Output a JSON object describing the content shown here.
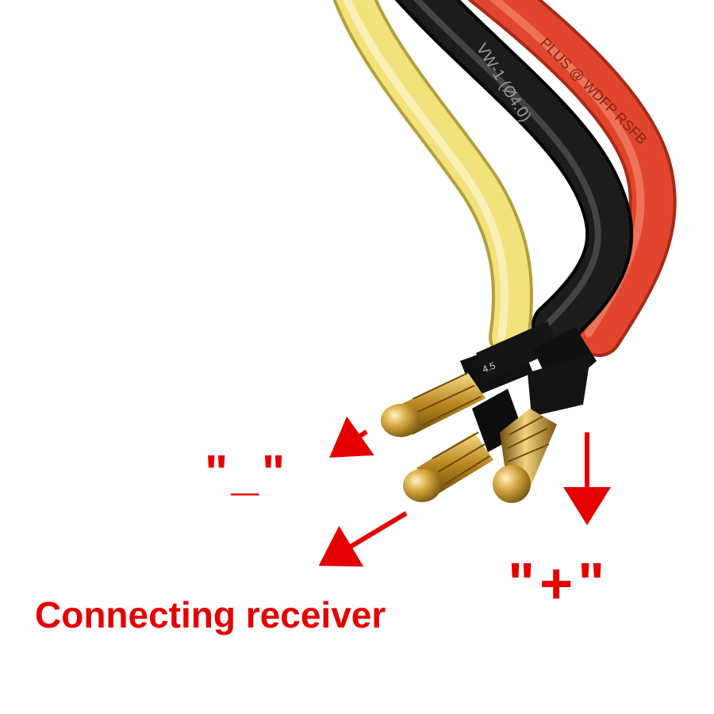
{
  "labels": {
    "minus": "\"_\"",
    "plus": "\"+\"",
    "receiver": "Connecting receiver"
  },
  "wire_print": {
    "black": "VW-1  (Ø4.0)",
    "red": "PLUS @ WDFP RSFB",
    "heatshrink": "4.5"
  },
  "colors": {
    "annotation": "#e40000",
    "wire_yellow": "#f1e27c",
    "wire_black": "#1c1c1c",
    "wire_red": "#e2452d",
    "connector_gold": "#c99a2e"
  }
}
